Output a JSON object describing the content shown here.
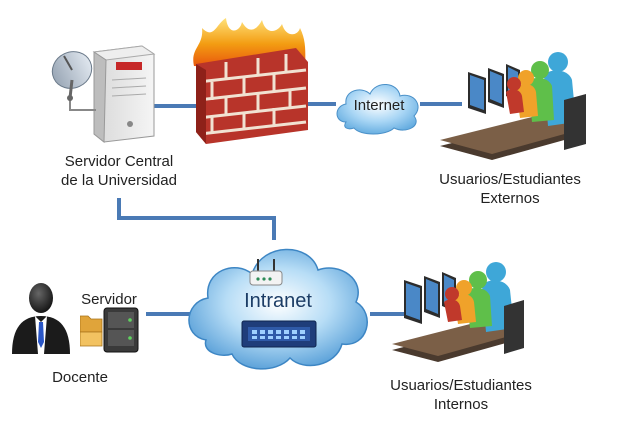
{
  "labels": {
    "server_central": [
      "Servidor Central",
      "de la Universidad"
    ],
    "internet": "Internet",
    "intranet": "Intranet",
    "users_external": [
      "Usuarios/Estudiantes",
      "Externos"
    ],
    "users_internal": [
      "Usuarios/Estudiantes",
      "Internos"
    ],
    "local_server": "Servidor",
    "teacher": "Docente"
  },
  "icons": {
    "central_server": "server-tower-with-satellite-dish-icon",
    "firewall": "firewall-brick-wall-icon",
    "internet_cloud": "cloud-icon",
    "intranet_cloud": "cloud-icon",
    "router": "wireless-router-icon",
    "switch": "network-switch-icon",
    "external_workstations": "computer-workstations-icon",
    "internal_workstations": "computer-workstations-icon",
    "teacher": "person-in-suit-icon",
    "local_server": "nas-server-with-folders-icon"
  },
  "colors": {
    "connection": "#4a7ab5",
    "cloud": "#6fb4e6",
    "firewall_brick": "#c0392b",
    "flame": "#f39c12"
  }
}
